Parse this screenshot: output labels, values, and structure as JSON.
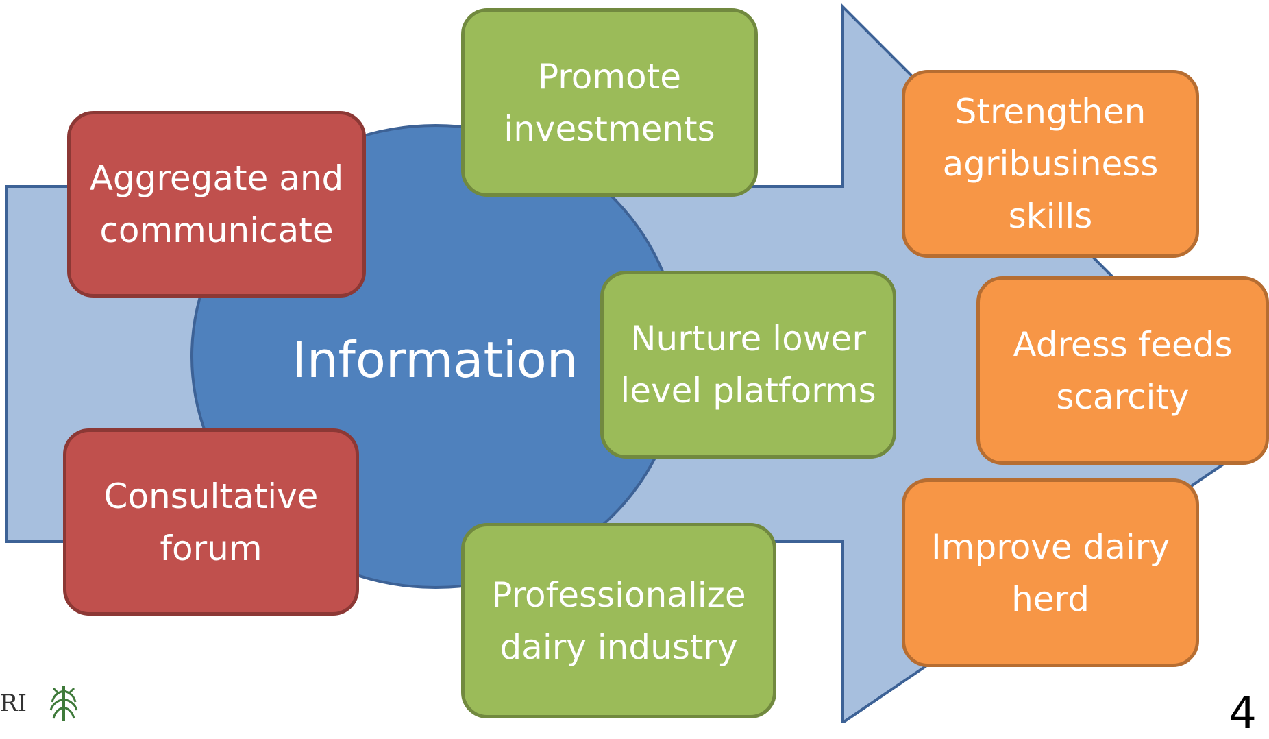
{
  "diagram": {
    "center": {
      "label": "Information"
    },
    "red_boxes": [
      {
        "label": "Aggregate and communicate"
      },
      {
        "label": "Consultative forum"
      }
    ],
    "green_boxes": [
      {
        "label": "Promote investments"
      },
      {
        "label": "Nurture lower level platforms"
      },
      {
        "label": "Professionalize dairy industry"
      }
    ],
    "orange_boxes": [
      {
        "label": "Strengthen agribusiness skills"
      },
      {
        "label": "Adress feeds scarcity"
      },
      {
        "label": "Improve dairy herd"
      }
    ]
  },
  "footer": {
    "logo_text": "RI",
    "page_number": "4"
  },
  "colors": {
    "arrow_fill": "#a7bfde",
    "arrow_stroke": "#3d6296",
    "circle_fill": "#4f81bd",
    "red": "#c0504d",
    "green": "#9bbb59",
    "orange": "#f79646"
  }
}
